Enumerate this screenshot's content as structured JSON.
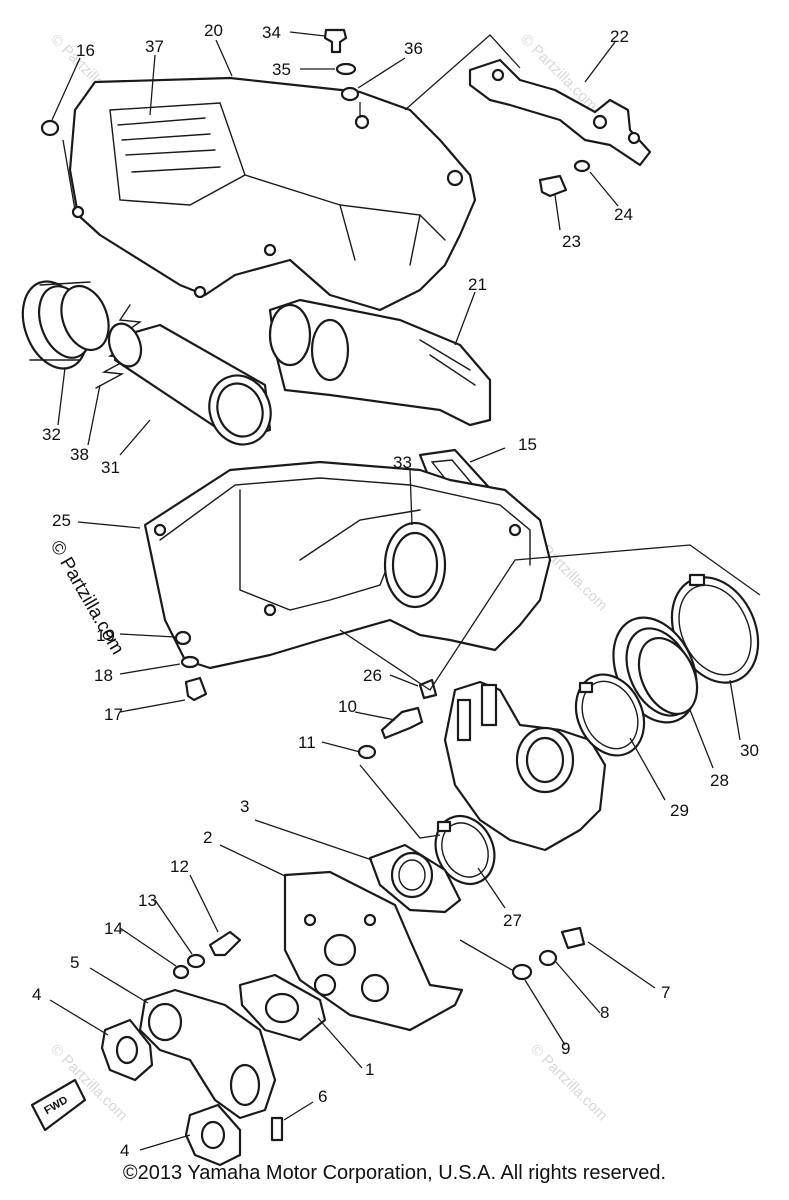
{
  "callouts": {
    "c1": "1",
    "c2": "2",
    "c3": "3",
    "c4a": "4",
    "c4b": "4",
    "c5": "5",
    "c6": "6",
    "c7": "7",
    "c8": "8",
    "c9": "9",
    "c10": "10",
    "c11": "11",
    "c12": "12",
    "c13": "13",
    "c14": "14",
    "c15": "15",
    "c16": "16",
    "c17": "17",
    "c18": "18",
    "c19": "19",
    "c20": "20",
    "c21": "21",
    "c22": "22",
    "c23": "23",
    "c24": "24",
    "c25": "25",
    "c26": "26",
    "c27": "27",
    "c28": "28",
    "c29": "29",
    "c30": "30",
    "c31": "31",
    "c32": "32",
    "c33": "33",
    "c34": "34",
    "c35": "35",
    "c36": "36",
    "c37": "37",
    "c38": "38"
  },
  "fwd_badge": "FWD",
  "watermark": "© Partzilla.com",
  "copyright": "©2013 Yamaha Motor Corporation, U.S.A. All rights reserved."
}
